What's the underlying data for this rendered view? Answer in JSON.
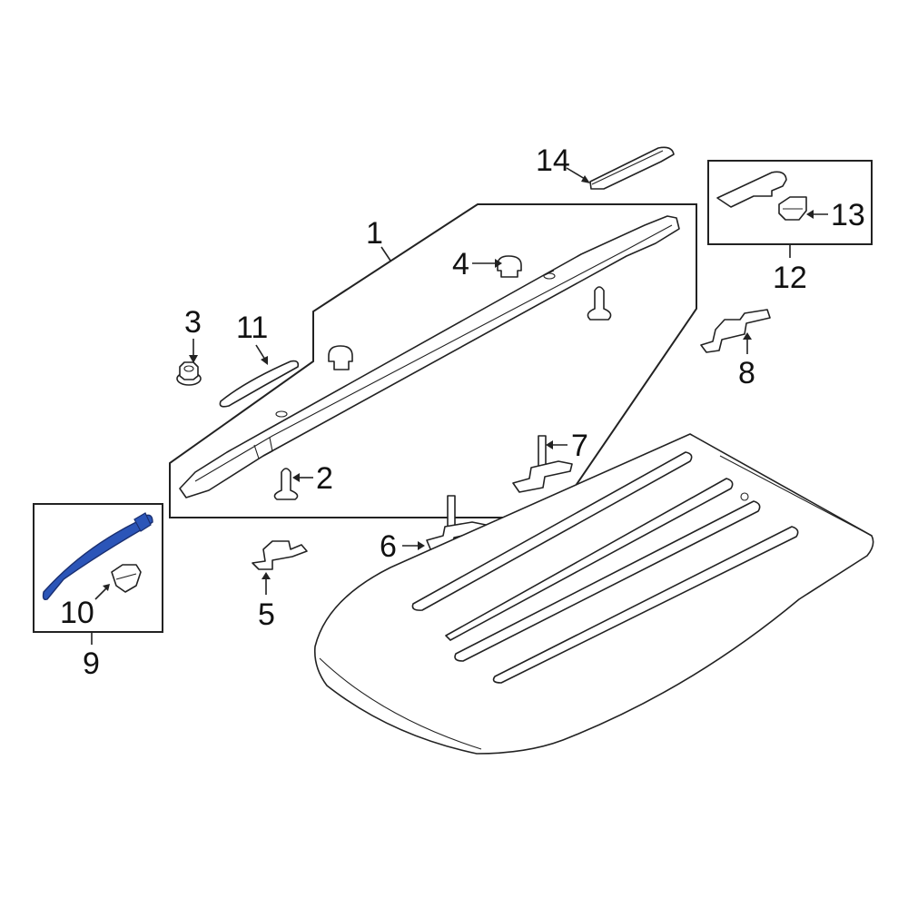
{
  "diagram": {
    "title": "Roof rack / roof panel parts diagram",
    "highlight_color": "#2b55b8",
    "callouts": [
      {
        "id": "1",
        "label": "1",
        "description": "roof rail assembly (group)"
      },
      {
        "id": "2",
        "label": "2",
        "description": "rail stud/pin"
      },
      {
        "id": "3",
        "label": "3",
        "description": "flange nut"
      },
      {
        "id": "4",
        "label": "4",
        "description": "end cap clip"
      },
      {
        "id": "5",
        "label": "5",
        "description": "bracket"
      },
      {
        "id": "6",
        "label": "6",
        "description": "stud bracket"
      },
      {
        "id": "7",
        "label": "7",
        "description": "stud bracket"
      },
      {
        "id": "8",
        "label": "8",
        "description": "bracket"
      },
      {
        "id": "9",
        "label": "9",
        "description": "front end cover assembly (highlighted)"
      },
      {
        "id": "10",
        "label": "10",
        "description": "cover clip"
      },
      {
        "id": "11",
        "label": "11",
        "description": "front end cover"
      },
      {
        "id": "12",
        "label": "12",
        "description": "rear end cover assembly"
      },
      {
        "id": "13",
        "label": "13",
        "description": "cover clip"
      },
      {
        "id": "14",
        "label": "14",
        "description": "rear end cover"
      }
    ]
  }
}
